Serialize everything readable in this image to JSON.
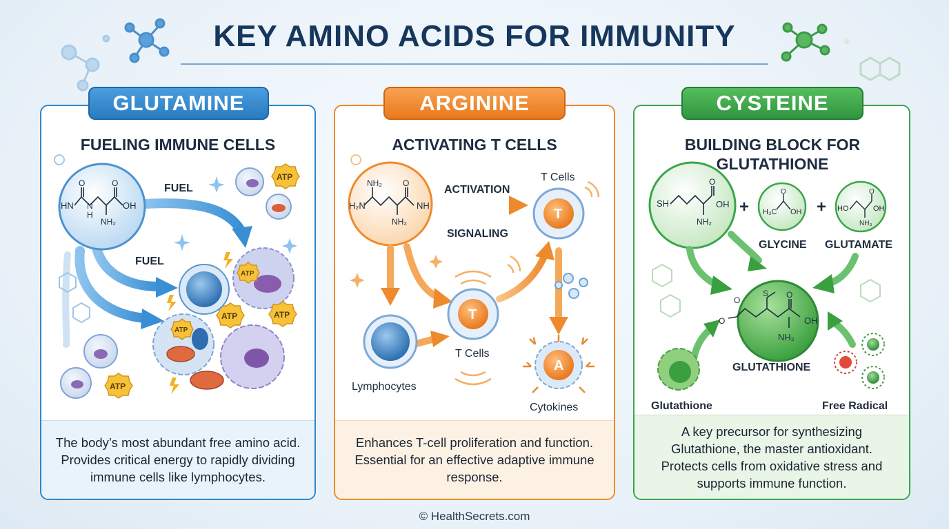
{
  "title": "KEY AMINO ACIDS FOR IMMUNITY",
  "footer": "© HealthSecrets.com",
  "colors": {
    "glutamine": "#2f86c9",
    "arginine": "#ef8a2c",
    "cysteine": "#3aa64b",
    "title": "#16365c"
  },
  "cards": {
    "glutamine": {
      "name": "GLUTAMINE",
      "subtitle": "FUELING IMMUNE CELLS",
      "labels": {
        "fuel_top": "FUEL",
        "fuel_mid": "FUEL",
        "atp": "ATP"
      },
      "molecule": {
        "hn": "HN",
        "n": "N",
        "h": "H",
        "o_top": "O",
        "oh": "OH",
        "nh2": "NH₂"
      },
      "description": "The body’s most abundant free amino acid. Provides critical energy to rapidly dividing immune cells like lymphocytes."
    },
    "arginine": {
      "name": "ARGININE",
      "subtitle": "ACTIVATING T CELLS",
      "labels": {
        "activation": "ACTIVATION",
        "signaling": "SIGNALING",
        "t_cells_top": "T Cells",
        "t_cells_mid": "T Cells",
        "lymphocytes": "Lymphocytes",
        "cytokines": "Cytokines",
        "t": "T",
        "a": "A"
      },
      "molecule": {
        "nh2_top": "NH₂",
        "h2n": "H₂N",
        "nh": "NH",
        "nh2_bottom": "NH₂",
        "o": "O"
      },
      "description": "Enhances T-cell proliferation and function. Essential for an effective adaptive immune response."
    },
    "cysteine": {
      "name": "CYSTEINE",
      "subtitle": "BUILDING BLOCK FOR GLUTATHIONE",
      "labels": {
        "glycine": "GLYCINE",
        "glutamate": "GLUTAMATE",
        "glutathione_center": "GLUTATHIONE",
        "glutathione_cell": "Glutathione",
        "free_radical": "Free Radical",
        "plus": "+"
      },
      "molecule": {
        "sh": "SH",
        "o": "O",
        "oh": "OH",
        "nh2": "NH₂",
        "h3c": "H₃C",
        "ho": "HO",
        "nh3": "NH₃",
        "s": "S"
      },
      "description": "A key precursor for synthesizing Glutathione, the master antioxidant. Protects cells from oxidative stress and supports immune function."
    }
  }
}
